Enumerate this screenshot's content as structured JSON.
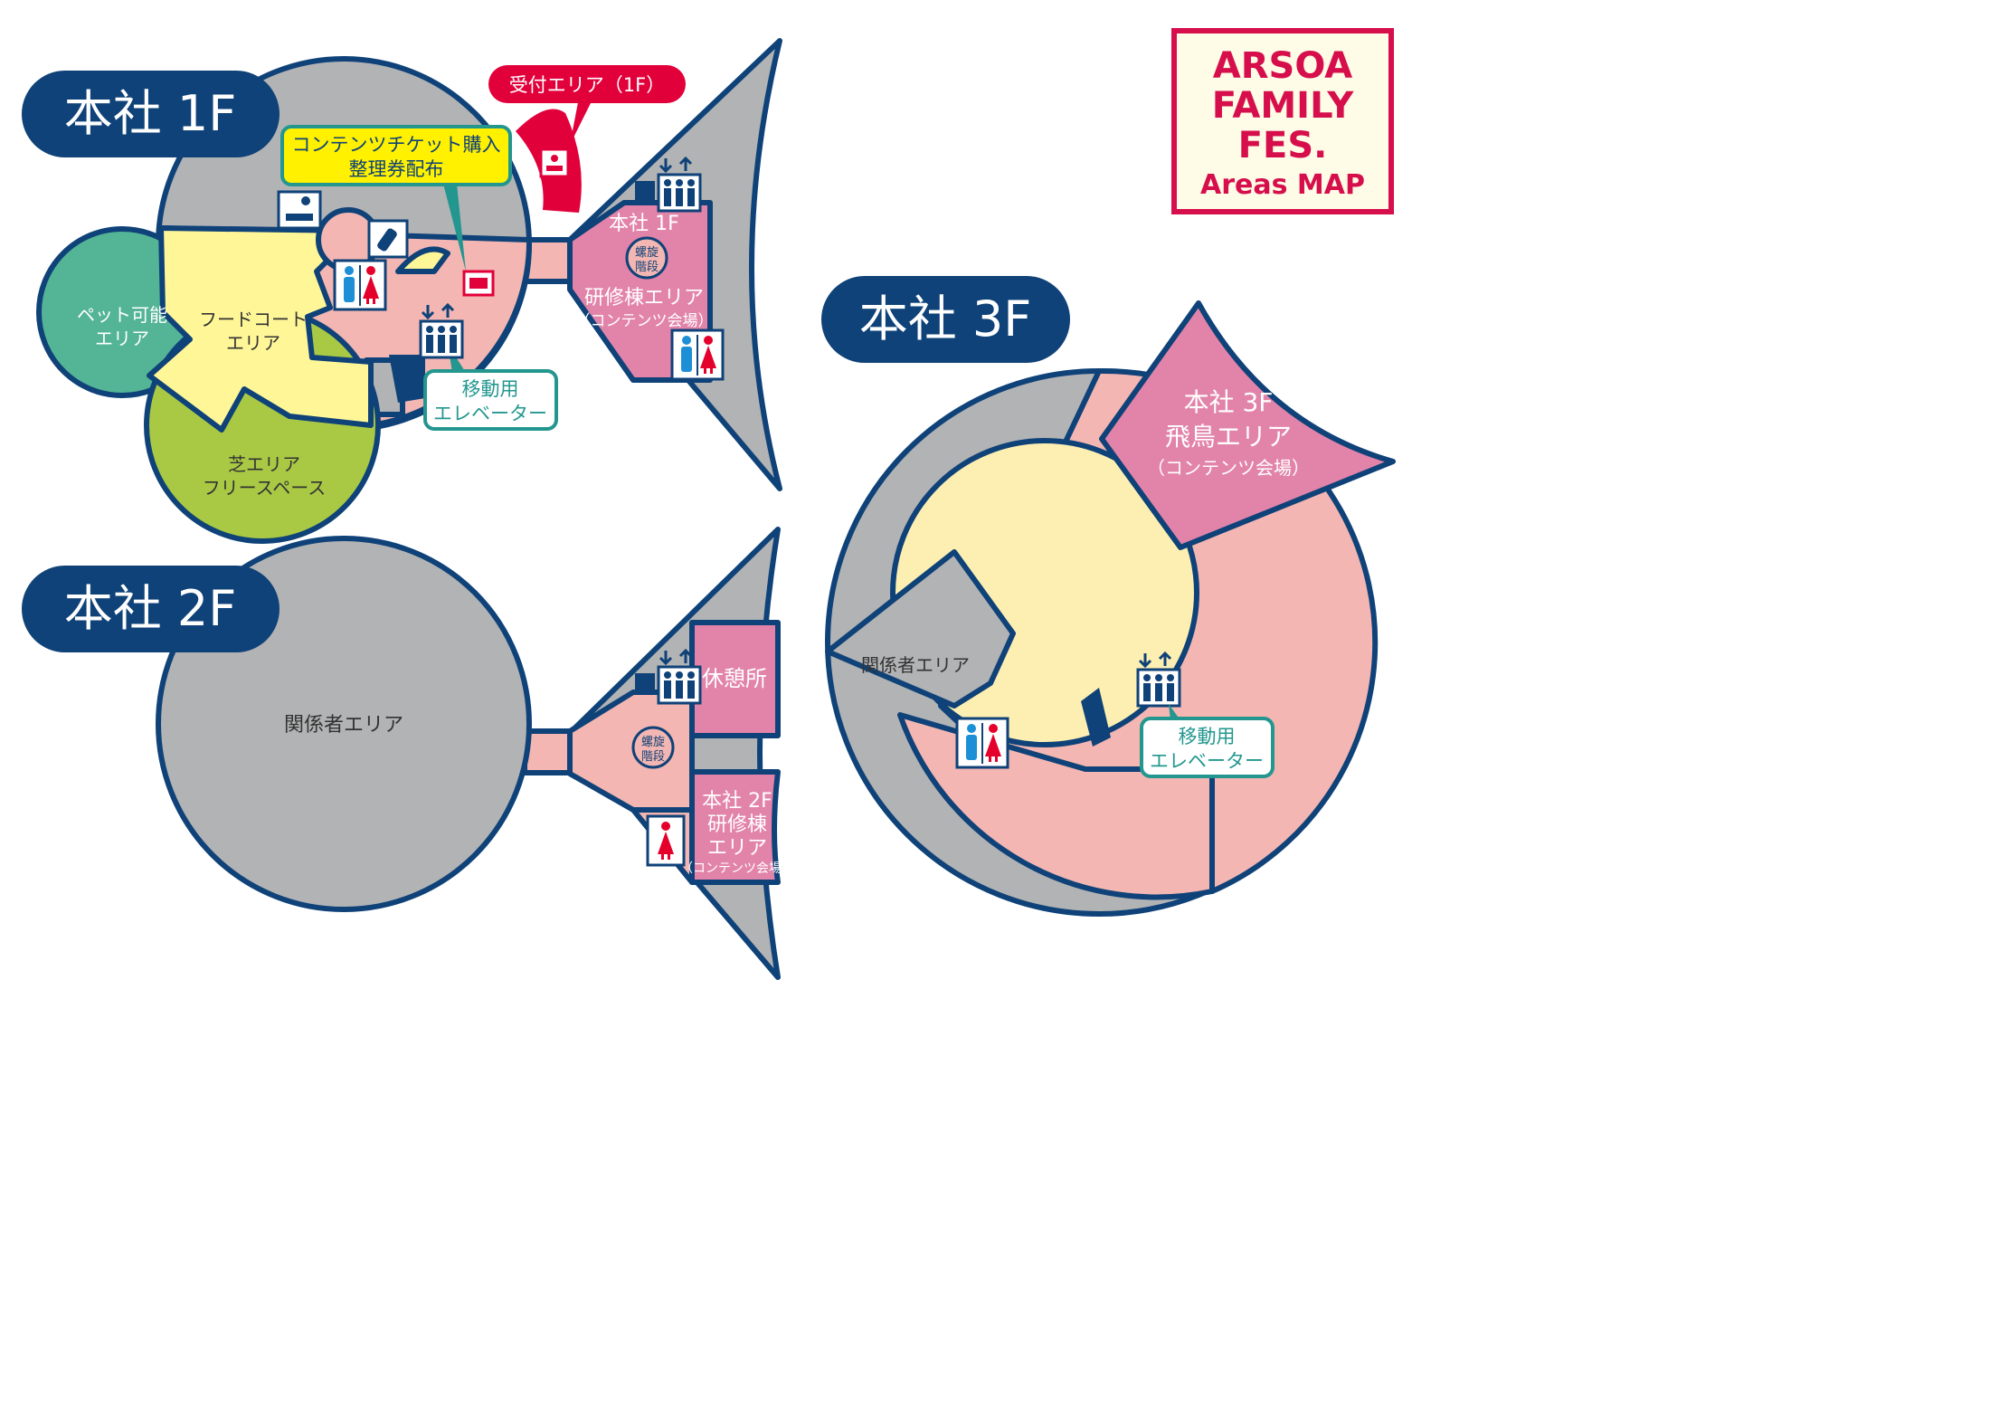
{
  "logo": {
    "line1": "ARSOA",
    "line2": "FAMILY",
    "line3": "FES.",
    "line4": "Areas MAP"
  },
  "floors": {
    "f1": {
      "title": "本社 1F",
      "reception": "受付エリア（1F）",
      "ticket": {
        "line1": "コンテンツチケット購入",
        "line2": "整理券配布"
      },
      "pet": {
        "line1": "ペット可能",
        "line2": "エリア"
      },
      "food": {
        "line1": "フードコート",
        "line2": "エリア"
      },
      "lawn": {
        "line1": "芝エリア",
        "line2": "フリースペース"
      },
      "elevator": {
        "line1": "移動用",
        "line2": "エレベーター"
      },
      "wing_label": "本社 1F",
      "spiral": {
        "line1": "螺旋",
        "line2": "階段"
      },
      "training": {
        "line1": "研修棟エリア",
        "line2": "（コンテンツ会場）"
      }
    },
    "f2": {
      "title": "本社 2F",
      "staff": "関係者エリア",
      "rest": "休憩所",
      "spiral": {
        "line1": "螺旋",
        "line2": "階段"
      },
      "training": {
        "line1": "本社 2F",
        "line2": "研修棟",
        "line3": "エリア",
        "line4": "（コンテンツ会場）"
      }
    },
    "f3": {
      "title": "本社 3F",
      "asuka": {
        "line1": "本社 3F",
        "line2": "飛鳥エリア",
        "line3": "（コンテンツ会場）"
      },
      "staff": "関係者エリア",
      "elevator": {
        "line1": "移動用",
        "line2": "エレベーター"
      }
    }
  },
  "icons": [
    "baby-changing-icon",
    "baby-bottle-icon",
    "restroom-icon",
    "elevator-icon",
    "ticket-icon",
    "reception-desk-icon",
    "stairs-icon"
  ],
  "colors": {
    "navy": "#0f4278",
    "gray": "#b2b3b4",
    "salmon": "#f3b6b2",
    "pink": "#e284a9",
    "yellow": "#fff697",
    "cream": "#fdefb2",
    "pet_green": "#54b496",
    "lawn_green": "#a9c944",
    "reception_red": "#e2003b",
    "teal": "#23978f",
    "logo_red": "#d60e4c",
    "logo_bg": "#fefbe6",
    "ticket_yellow": "#fff100"
  }
}
